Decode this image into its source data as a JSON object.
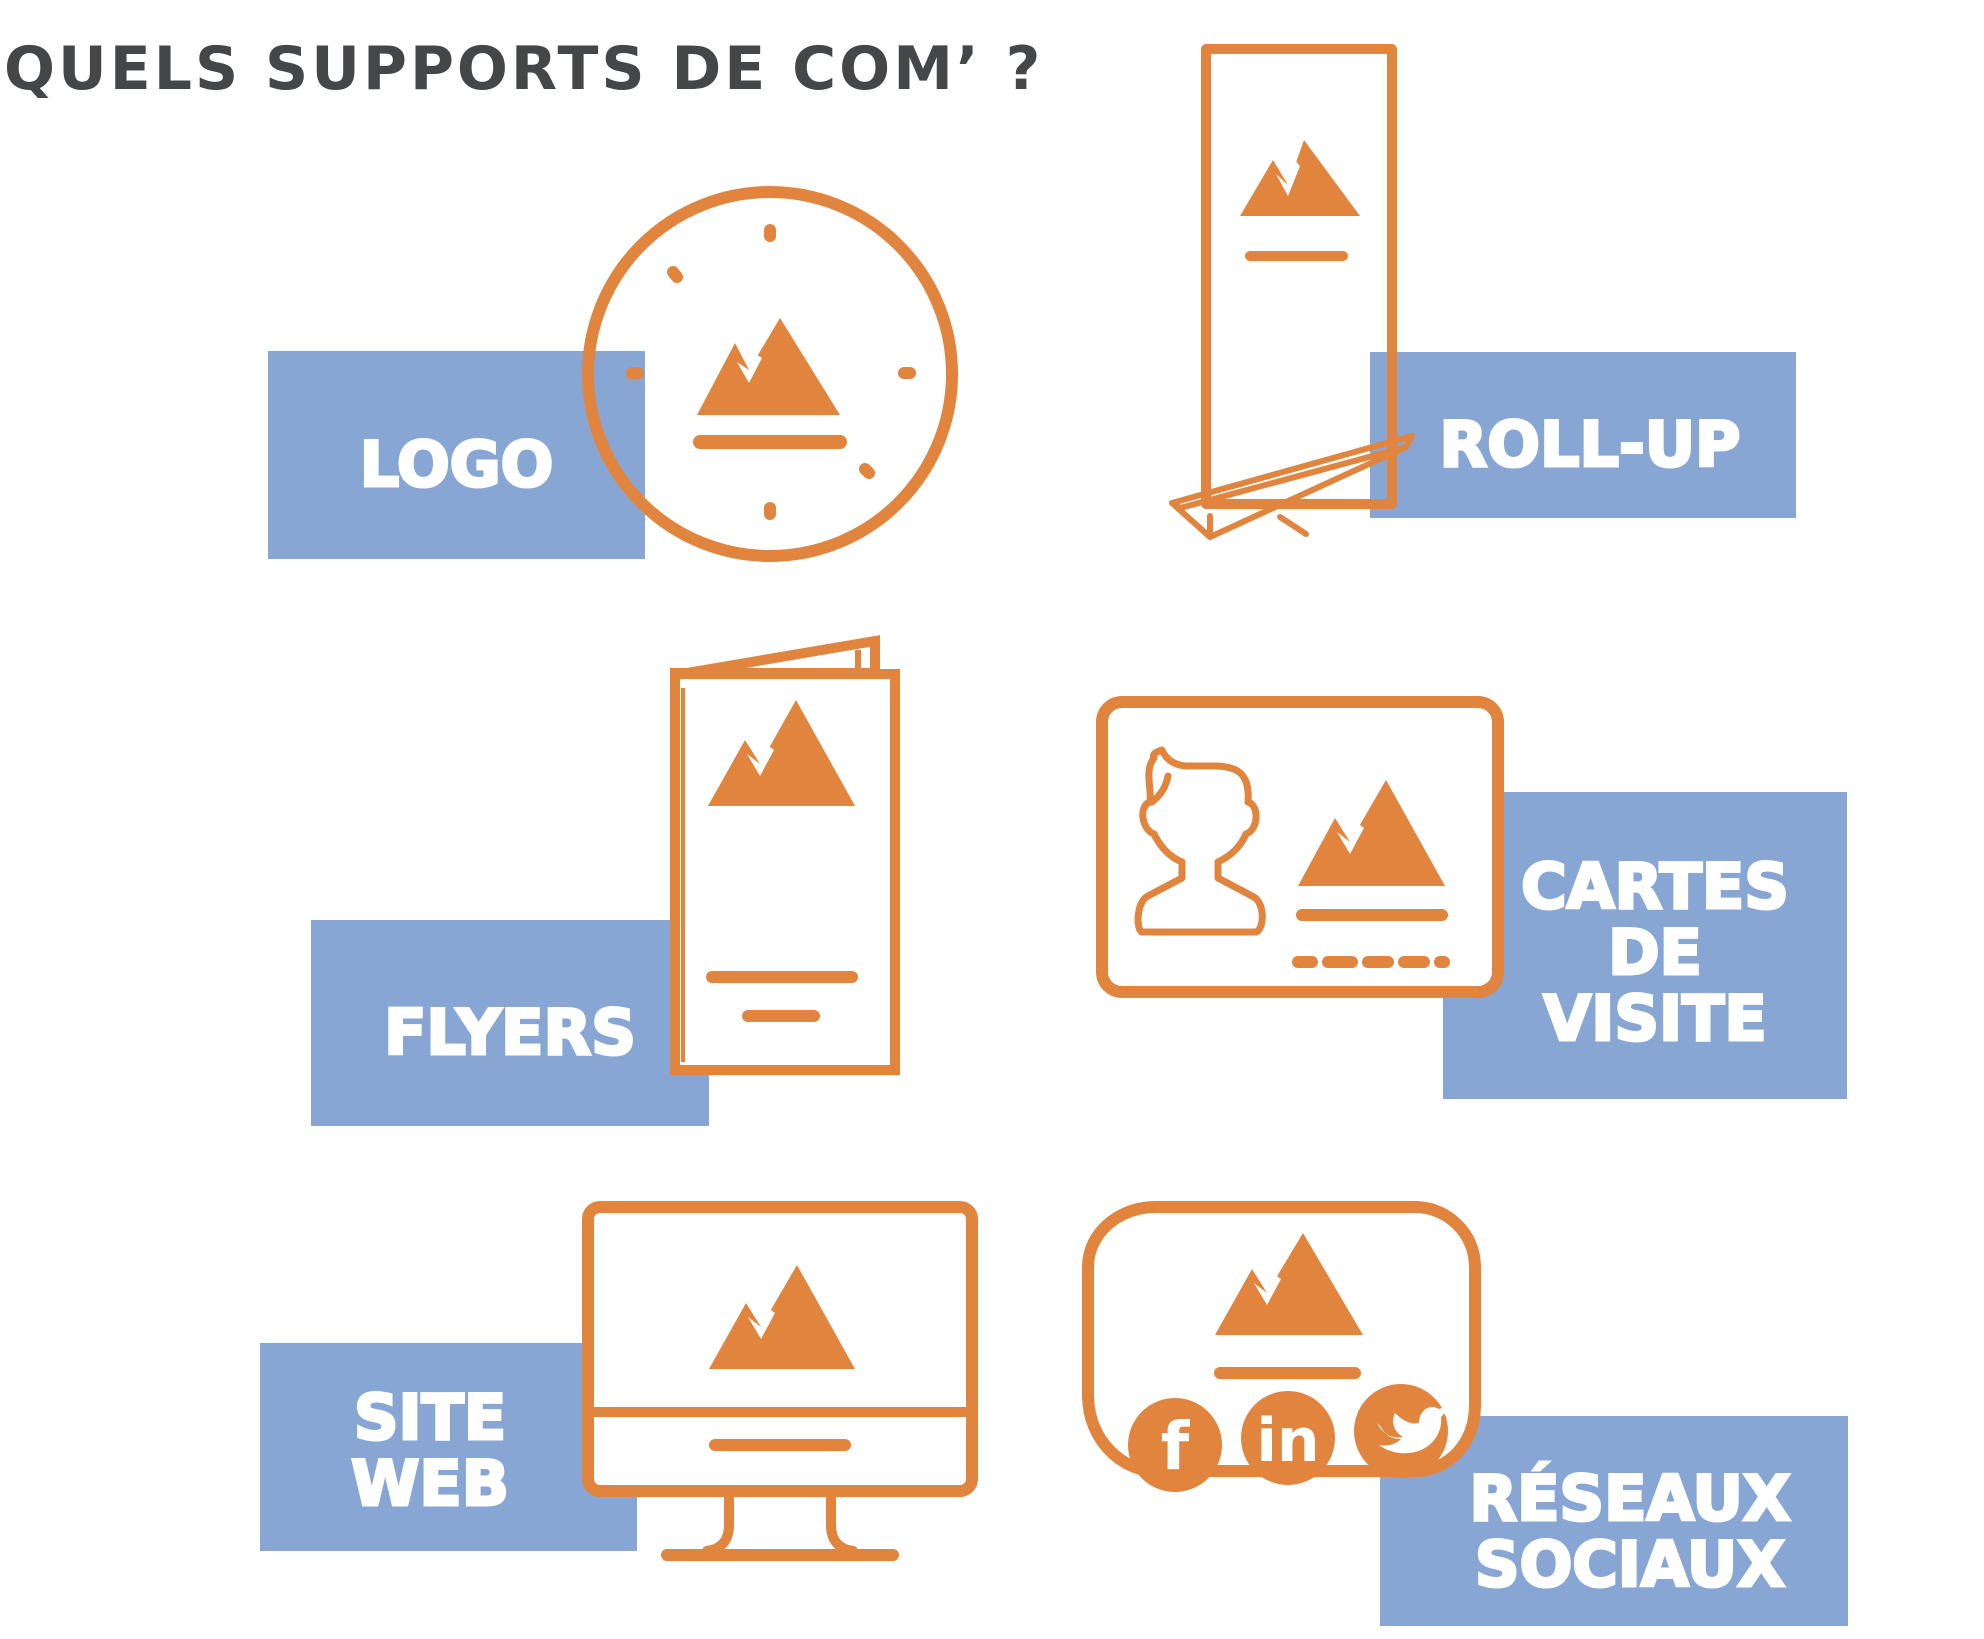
{
  "title": "QUELS SUPPORTS DE COM’ ?",
  "colors": {
    "accent": "#e0843e",
    "label_bg": "#87a6d3",
    "title": "#444648",
    "label_text": "#ffffff"
  },
  "supports": {
    "logo": {
      "lines": [
        "LOGO"
      ],
      "icon": "logo-badge-icon"
    },
    "rollup": {
      "lines": [
        "ROLL-UP"
      ],
      "icon": "rollup-banner-icon"
    },
    "flyers": {
      "lines": [
        "FLYERS"
      ],
      "icon": "folded-flyer-icon"
    },
    "cartes": {
      "lines": [
        "CARTES",
        "DE",
        "VISITE"
      ],
      "icon": "business-card-icon"
    },
    "site": {
      "lines": [
        "SITE",
        "WEB"
      ],
      "icon": "desktop-monitor-icon"
    },
    "reseaux": {
      "lines": [
        "RÉSEAUX",
        "SOCIAUX"
      ],
      "icon": "social-post-icon"
    }
  },
  "social_icons": {
    "facebook": "f",
    "linkedin": "in",
    "twitter": "twitter-bird-icon"
  }
}
